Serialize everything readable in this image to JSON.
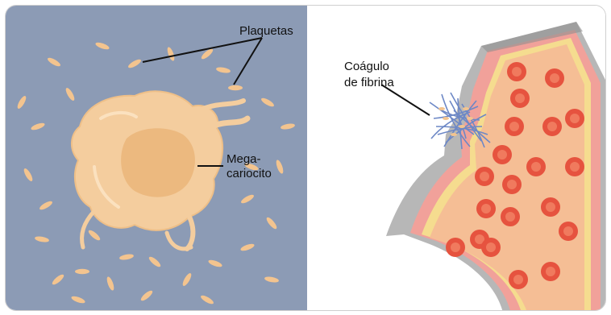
{
  "left_panel": {
    "label_platelets": "Plaquetas",
    "label_megakaryocyte_line1": "Mega-",
    "label_megakaryocyte_line2": "cariocito"
  },
  "right_panel": {
    "label_clot_line1": "Coágulo",
    "label_clot_line2": "de fibrina"
  },
  "colors": {
    "left_background": "#8c9bb5",
    "cell": "#f4cd9e",
    "cell_nucleus": "#eab174",
    "platelet": "#f3c48f",
    "vessel_outer_wall": "#b7b7b7",
    "vessel_wall": "#f1a19a",
    "vessel_inner": "#f5be95",
    "red_cell": "#e6533f",
    "fibrin": "#6d88c6"
  }
}
